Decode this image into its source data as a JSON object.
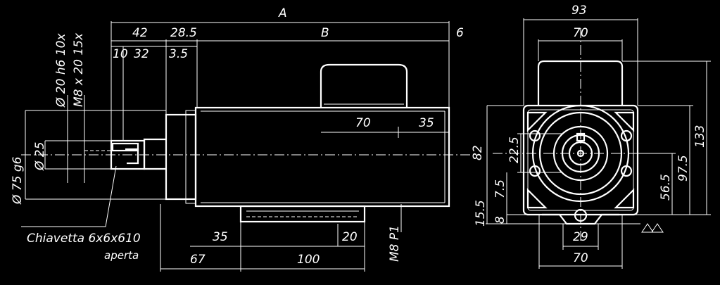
{
  "drawing": {
    "dimensions": {
      "A": "A",
      "B": "B",
      "d42": "42",
      "d28_5": "28.5",
      "d6": "6",
      "d10": "10",
      "d32": "32",
      "d3_5": "3.5",
      "d70_top": "70",
      "d35_top": "35",
      "d35_bot": "35",
      "d20": "20",
      "d67": "67",
      "d100": "100",
      "d82": "82",
      "d93": "93",
      "d70_side": "70",
      "d133": "133",
      "d97_5": "97.5",
      "d56_5": "56.5",
      "d22_5": "22.5",
      "d7_5": "7.5",
      "d15_5": "15.5",
      "d8": "8",
      "d29": "29",
      "d70_bot": "70"
    },
    "labels": {
      "shaft_diameter": "Ø 20 h6  10x",
      "thread": "M8 x 20 15x",
      "flange_diameter": "Ø 75 g6",
      "spigot_diameter": "Ø 25",
      "key_label": "Chiavetta 6x6x610",
      "key_note": "aperta",
      "bolt_label": "M8 P1"
    }
  }
}
